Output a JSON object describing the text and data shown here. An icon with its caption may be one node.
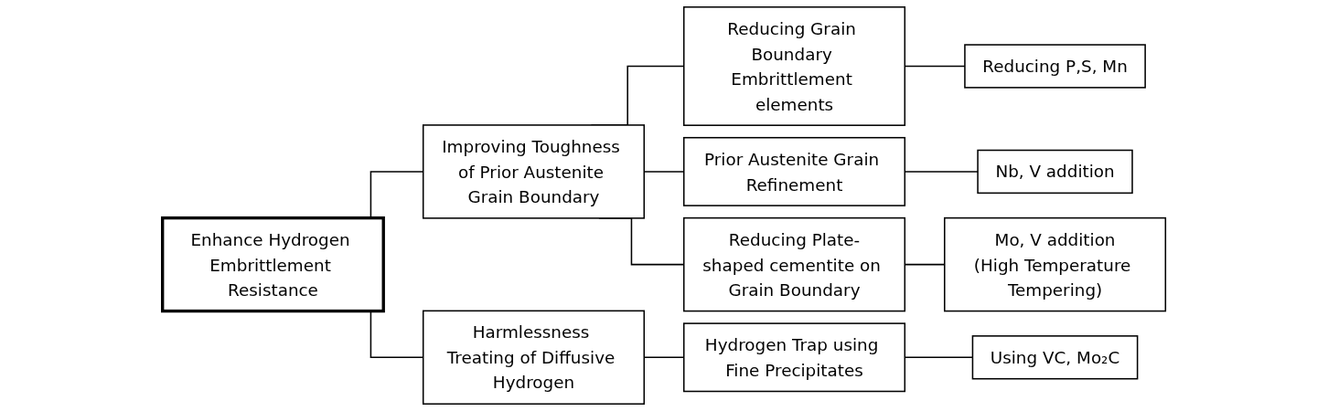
{
  "diagram": {
    "nodes": [
      {
        "text": [
          "Enhance Hydrogen Embrittlement Resistance"
        ]
      },
      {
        "text": [
          "Improving Toughness of Prior Austenite Grain Boundary"
        ]
      },
      {
        "text": [
          "Reducing Grain Boundary Embrittlement elements"
        ]
      },
      {
        "text": [
          "Reducing P,S, Mn"
        ]
      },
      {
        "text": [
          "Prior Austenite Grain Refinement"
        ]
      },
      {
        "text": [
          "Nb, V addition"
        ]
      },
      {
        "text": [
          "Reducing Plate-shaped cementite on Grain Boundary"
        ]
      },
      {
        "text": [
          "Mo, V addition",
          "(High Temperature Tempering)"
        ]
      },
      {
        "text": [
          "Harmlessness Treating of Diffusive Hydrogen"
        ]
      },
      {
        "text": [
          "Hydrogen Trap using Fine Precipitates"
        ]
      },
      {
        "text": [
          "Using VC, Mo₂C"
        ]
      }
    ],
    "edges": [
      {
        "from": 0,
        "to": 1,
        "arrow": "none"
      },
      {
        "from": 0,
        "to": 8,
        "arrow": "none"
      },
      {
        "from": 1,
        "to": 2,
        "arrow": "none"
      },
      {
        "from": 1,
        "to": 4,
        "arrow": "none"
      },
      {
        "from": 1,
        "to": 6,
        "arrow": "none"
      },
      {
        "from": 2,
        "to": 3,
        "arrow": "none"
      },
      {
        "from": 4,
        "to": 5,
        "arrow": "none"
      },
      {
        "from": 6,
        "to": 7,
        "arrow": "none"
      },
      {
        "from": 8,
        "to": 9,
        "arrow": "none"
      },
      {
        "from": 9,
        "to": 10,
        "arrow": "none"
      }
    ]
  }
}
